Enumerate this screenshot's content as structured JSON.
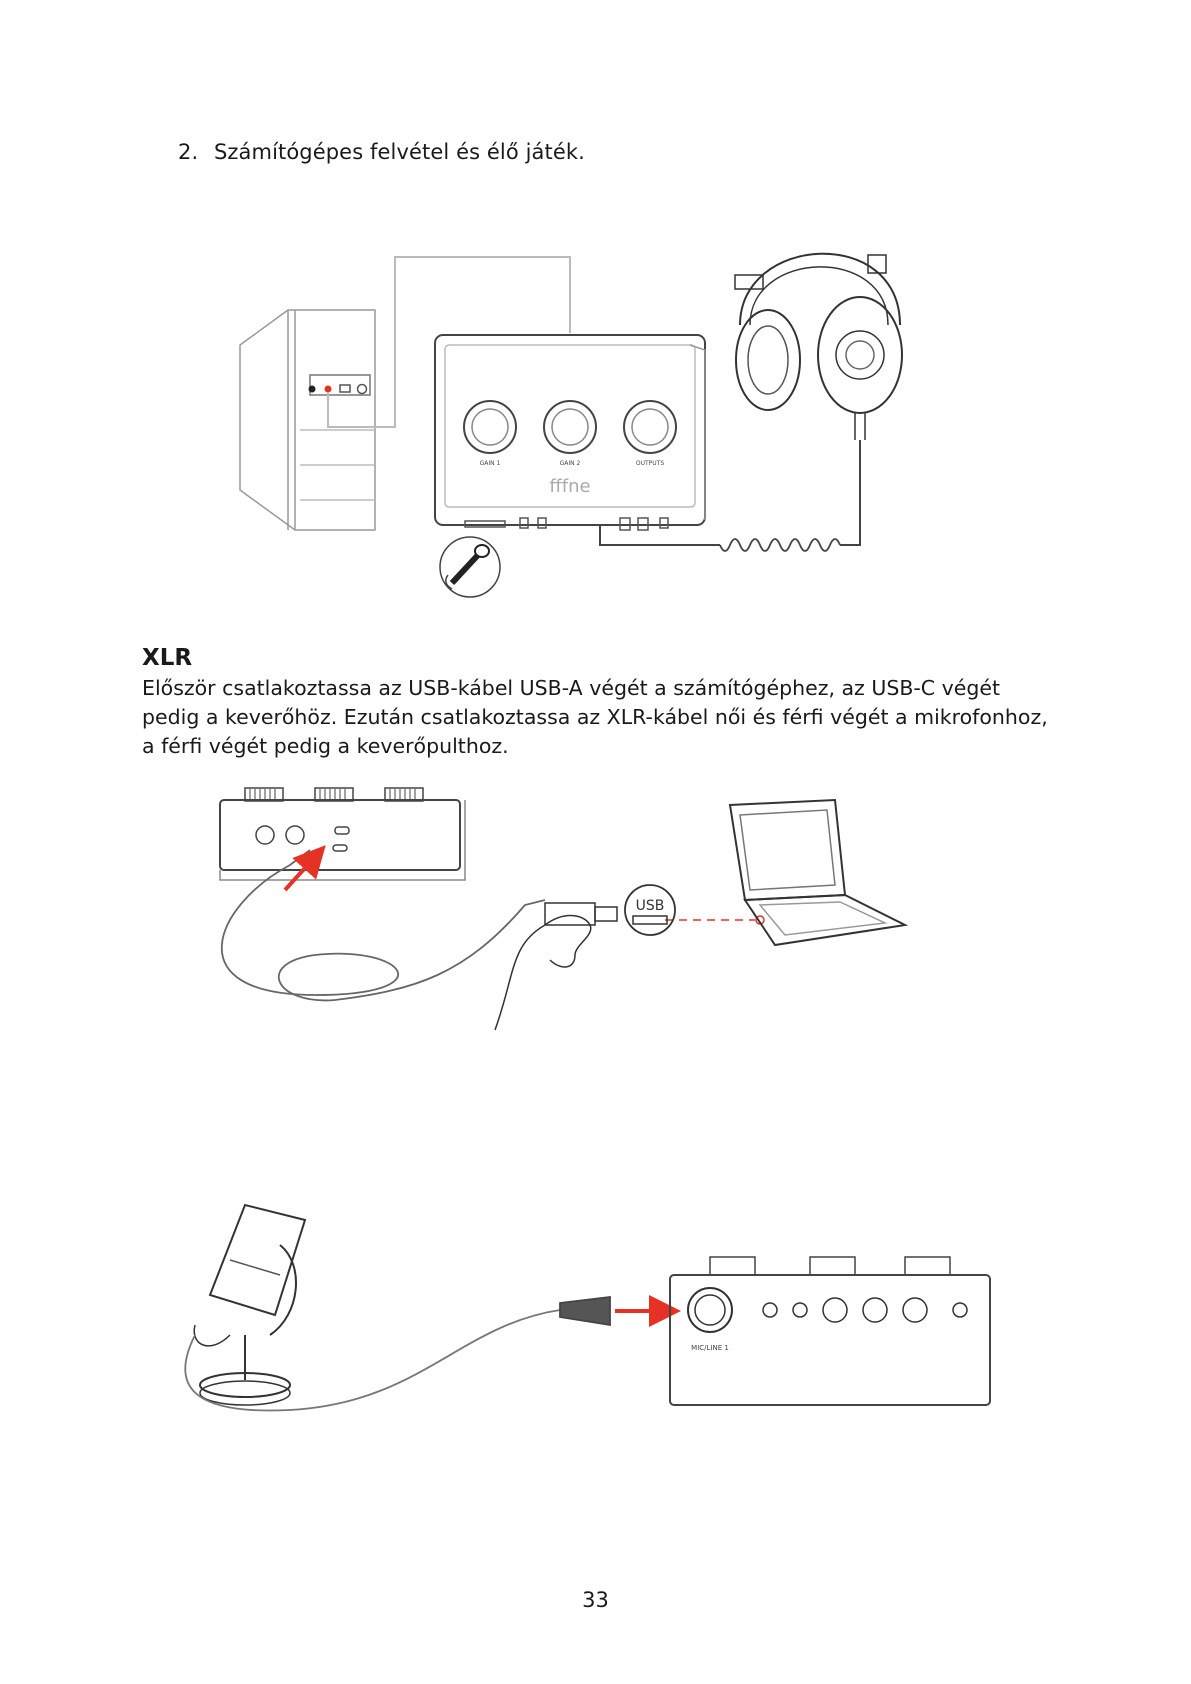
{
  "list": {
    "number": "2.",
    "text": "Számítógépes felvétel és élő játék."
  },
  "section": {
    "heading": "XLR",
    "paragraph": "Először csatlakoztassa az USB-kábel USB-A végét a számítógéphez, az USB-C végét pedig a keverőhöz. Ezután csatlakoztassa az XLR-kábel női és férfi végét a mikrofonhoz, a férfi végét pedig a keverőpulthoz."
  },
  "figure1": {
    "brand": "fffne",
    "knob1_label": "GAIN 1",
    "knob2_label": "GAIN 2",
    "knob3_label": "OUTPUTS"
  },
  "figure2": {
    "usb_badge": "USB"
  },
  "figure3": {
    "port_label": "MIC/LINE 1"
  },
  "footer": {
    "page_number": "33"
  },
  "colors": {
    "arrow": "#e53224",
    "line": "#333333"
  }
}
